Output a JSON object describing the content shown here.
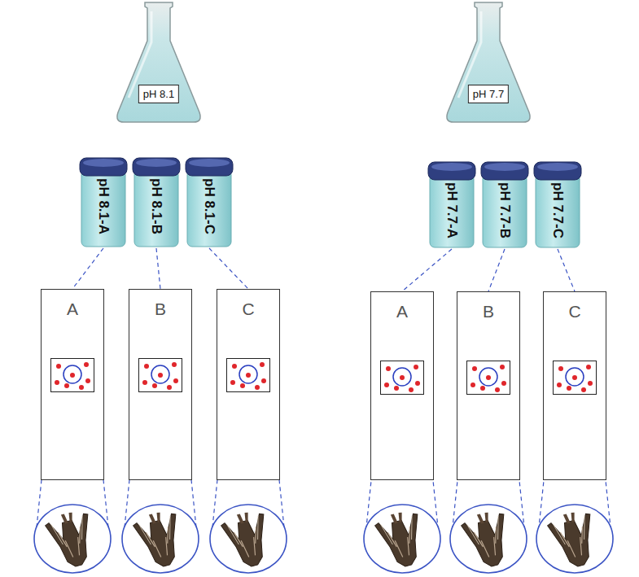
{
  "diagram": {
    "nodes": [
      {
        "text": [
          "pH 8.1"
        ]
      },
      {
        "text": [
          "pH 7.7"
        ]
      },
      {
        "text": [
          "pH 8.1-A"
        ]
      },
      {
        "text": [
          "pH 8.1-B"
        ]
      },
      {
        "text": [
          "pH 8.1-C"
        ]
      },
      {
        "text": [
          "pH 7.7-A"
        ]
      },
      {
        "text": [
          "pH 7.7-B"
        ]
      },
      {
        "text": [
          "pH 7.7-C"
        ]
      },
      {
        "text": [
          "A"
        ]
      },
      {
        "text": [
          "B"
        ]
      },
      {
        "text": [
          "C"
        ]
      },
      {
        "text": [
          "A"
        ]
      },
      {
        "text": [
          "B"
        ]
      },
      {
        "text": [
          "C"
        ]
      }
    ],
    "edges": [
      {
        "from": 2,
        "to": 8,
        "arrow": "none"
      },
      {
        "from": 3,
        "to": 9,
        "arrow": "none"
      },
      {
        "from": 4,
        "to": 10,
        "arrow": "none"
      },
      {
        "from": 5,
        "to": 11,
        "arrow": "none"
      },
      {
        "from": 6,
        "to": 12,
        "arrow": "none"
      },
      {
        "from": 7,
        "to": 13,
        "arrow": "none"
      }
    ]
  }
}
